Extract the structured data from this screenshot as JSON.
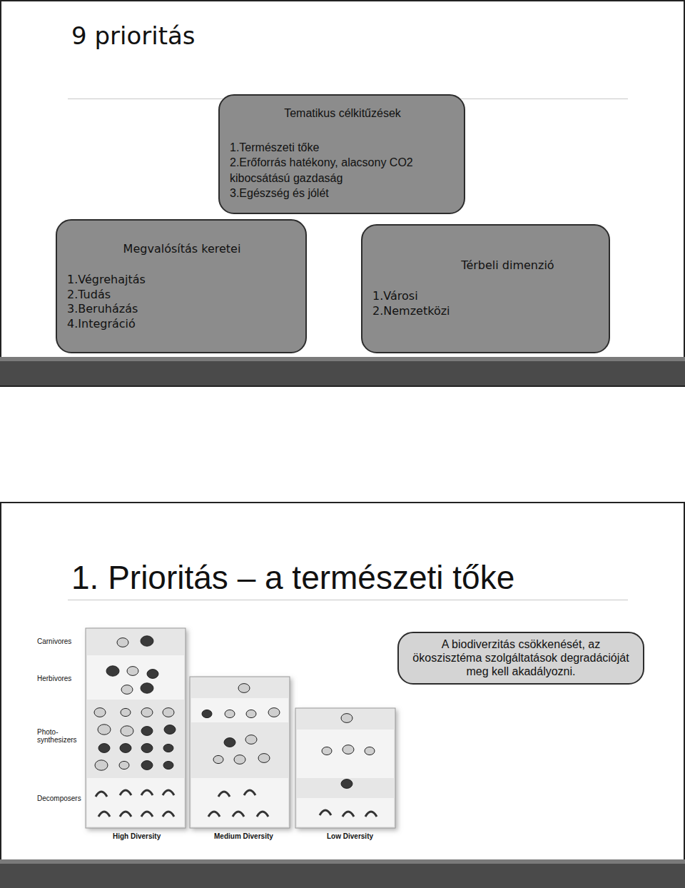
{
  "diagram": {
    "title": "9 prioritás",
    "nodes": [
      {
        "text": [
          "Tematikus célkitűzések",
          "1.Természeti tőke",
          "2.Erőforrás hatékony, alacsony CO2 kibocsátású gazdaság",
          "3.Egészség és jólét"
        ]
      },
      {
        "text": [
          "Megvalósítás keretei",
          "1.Végrehajtás",
          "2.Tudás",
          "3.Beruházás",
          "4.Integráció"
        ]
      },
      {
        "text": [
          "Térbeli dimenzió",
          "1.Városi",
          "2.Nemzetközi"
        ]
      },
      {
        "text": [
          "A biodiverzitás csökkenését, az ökoszisztéma szolgáltatások degradációját meg kell akadályozni."
        ]
      }
    ],
    "labels": [
      "1. Prioritás – a természeti tőke",
      "Carnivores",
      "Herbivores",
      "Photo-synthesizers",
      "Decomposers",
      "High Diversity",
      "Medium Diversity",
      "Low Diversity"
    ]
  }
}
